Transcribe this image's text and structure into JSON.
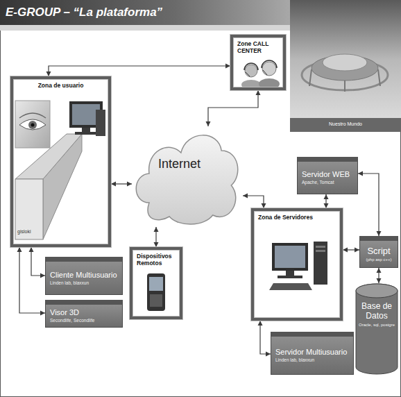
{
  "diagram": {
    "title": "E-GROUP – “La plataforma”",
    "nodes": [
      {
        "text": [
          "Zone CALL CENTER"
        ]
      },
      {
        "text": [
          "Zona de usuario"
        ]
      },
      {
        "text": [
          "Internet"
        ]
      },
      {
        "text": [
          "Servidor WEB",
          "Apache, Tomcat"
        ]
      },
      {
        "text": [
          "Zona de Servidores"
        ]
      },
      {
        "text": [
          "Script",
          "(php asp c++)"
        ]
      },
      {
        "text": [
          "Cliente Multiusuario",
          "Linden lab, blaxxun"
        ]
      },
      {
        "text": [
          "Dispositivos Remotos"
        ]
      },
      {
        "text": [
          "Visor 3D",
          "Secondlife, Secondlife"
        ]
      },
      {
        "text": [
          "Base de Datos",
          "Oracle, sql, postgre"
        ]
      },
      {
        "text": [
          "Servidor Multiusuario",
          "Linden lab, blaxxun"
        ]
      }
    ],
    "edges": [
      {
        "from": 1,
        "to": 0,
        "arrow": "both"
      },
      {
        "from": 2,
        "to": 0,
        "arrow": "both"
      },
      {
        "from": 1,
        "to": 2,
        "arrow": "both"
      },
      {
        "from": 1,
        "to": 6,
        "arrow": "both"
      },
      {
        "from": 1,
        "to": 8,
        "arrow": "both"
      },
      {
        "from": 7,
        "to": 2,
        "arrow": "both"
      },
      {
        "from": 2,
        "to": 4,
        "arrow": "both"
      },
      {
        "from": 3,
        "to": 4,
        "arrow": "both"
      },
      {
        "from": 3,
        "to": 5,
        "arrow": "both"
      },
      {
        "from": 4,
        "to": 5,
        "arrow": "both"
      },
      {
        "from": 5,
        "to": 9,
        "arrow": "both"
      },
      {
        "from": 10,
        "to": 4,
        "arrow": "both"
      }
    ],
    "labels": [
      "Nuestro Mundo",
      "gisloki"
    ]
  }
}
